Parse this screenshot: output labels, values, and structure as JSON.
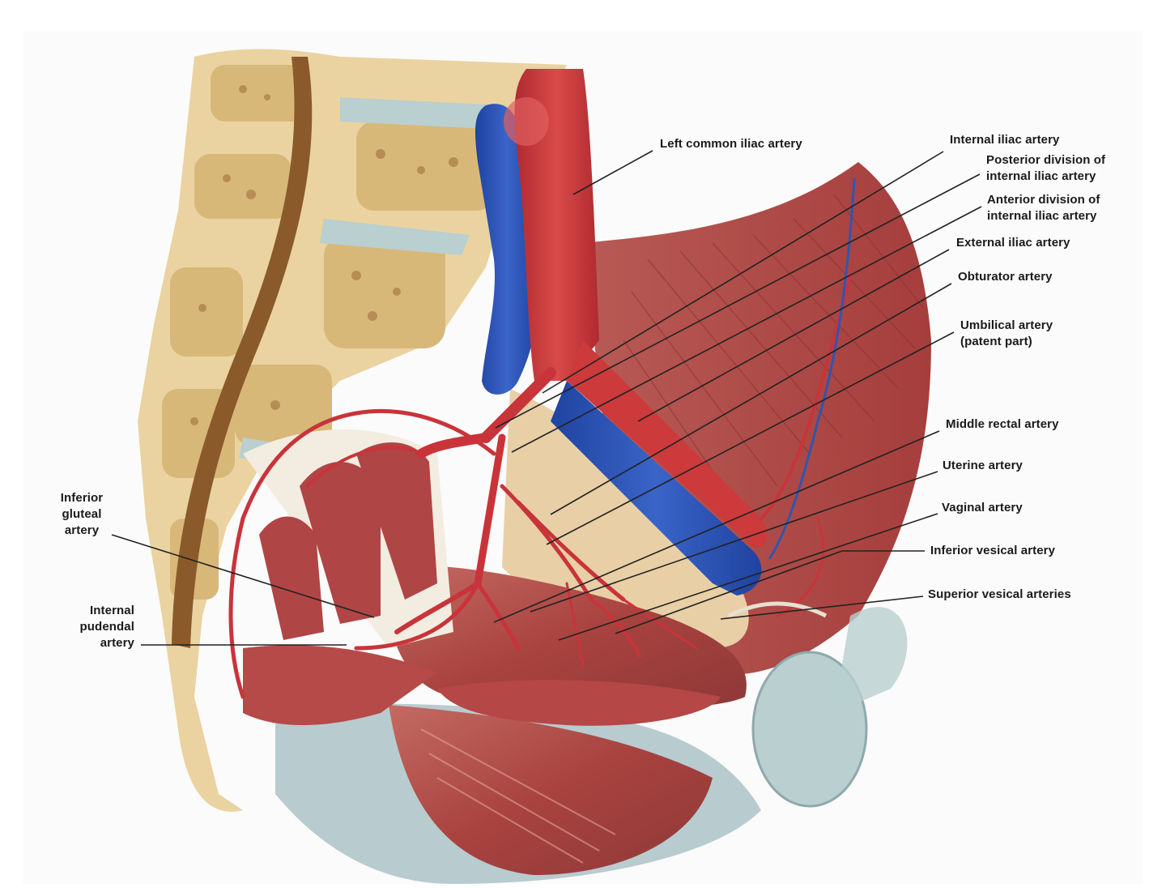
{
  "figure": {
    "labels": {
      "left_common_iliac": "Left common iliac artery",
      "internal_iliac": "Internal iliac artery",
      "posterior_division": [
        "Posterior division of",
        "internal iliac artery"
      ],
      "anterior_division": [
        "Anterior division of",
        "internal iliac artery"
      ],
      "external_iliac": "External iliac artery",
      "obturator": "Obturator artery",
      "umbilical": [
        "Umbilical artery",
        "(patent part)"
      ],
      "middle_rectal": "Middle rectal artery",
      "uterine": "Uterine artery",
      "vaginal": "Vaginal artery",
      "inferior_vesical": "Inferior vesical artery",
      "superior_vesical": "Superior vesical arteries",
      "inferior_gluteal": [
        "Inferior",
        "gluteal",
        "artery"
      ],
      "internal_pudendal": [
        "Internal",
        "pudendal",
        "artery"
      ]
    },
    "colors": {
      "artery": "#c8343a",
      "vein": "#2f56b0",
      "bone": "#ead3a0",
      "muscle": "#a84a4a",
      "cartilage": "#b9cfd0",
      "leader": "#222222"
    }
  }
}
